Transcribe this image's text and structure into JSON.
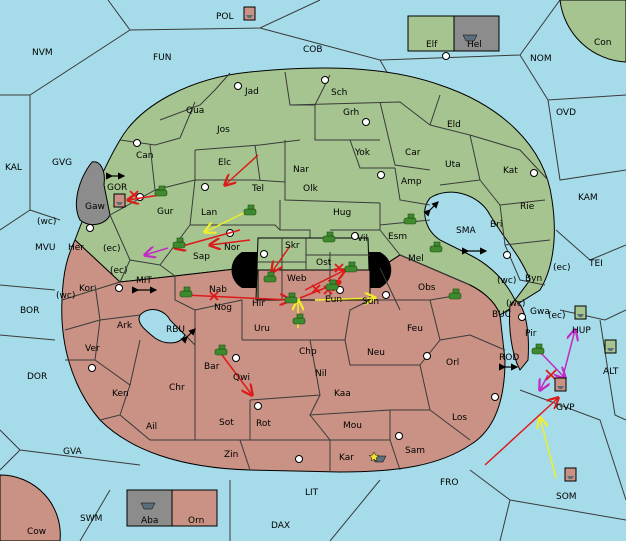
{
  "colors": {
    "sea": "#a6dcea",
    "green": "#a5c48f",
    "red": "#c99284",
    "gray": "#8c8c8c",
    "move_red": "#dd1a1a",
    "move_yellow": "#f0ee2a",
    "move_magenta": "#c32bc3",
    "army": "#3f8a2e"
  },
  "sea_labels": [
    {
      "id": "POL",
      "text": "POL"
    },
    {
      "id": "NVM",
      "text": "NVM"
    },
    {
      "id": "FUN",
      "text": "FUN"
    },
    {
      "id": "COB",
      "text": "COB"
    },
    {
      "id": "NOM",
      "text": "NOM"
    },
    {
      "id": "Con",
      "text": "Con"
    },
    {
      "id": "OVD",
      "text": "OVD"
    },
    {
      "id": "KAL",
      "text": "KAL"
    },
    {
      "id": "GVG",
      "text": "GVG"
    },
    {
      "id": "GOR",
      "text": "GOR"
    },
    {
      "id": "KAM",
      "text": "KAM"
    },
    {
      "id": "SMA",
      "text": "SMA"
    },
    {
      "id": "TEI",
      "text": "TEI"
    },
    {
      "id": "MVU",
      "text": "MVU"
    },
    {
      "id": "MIT",
      "text": "MIT"
    },
    {
      "id": "BOR",
      "text": "BOR"
    },
    {
      "id": "RBU",
      "text": "RBU"
    },
    {
      "id": "BUC",
      "text": "BUC"
    },
    {
      "id": "ROD",
      "text": "ROD"
    },
    {
      "id": "ALT",
      "text": "ALT"
    },
    {
      "id": "DOR",
      "text": "DOR"
    },
    {
      "id": "GVA",
      "text": "GVA"
    },
    {
      "id": "FRO",
      "text": "FRO"
    },
    {
      "id": "LIT",
      "text": "LIT"
    },
    {
      "id": "SOM",
      "text": "SOM"
    },
    {
      "id": "SWM",
      "text": "SWM"
    },
    {
      "id": "DAX",
      "text": "DAX"
    }
  ],
  "land_labels": [
    {
      "id": "Jad",
      "text": "Jad"
    },
    {
      "id": "Sch",
      "text": "Sch"
    },
    {
      "id": "Qua",
      "text": "Qua"
    },
    {
      "id": "Jos",
      "text": "Jos"
    },
    {
      "id": "Grh",
      "text": "Grh"
    },
    {
      "id": "Eld",
      "text": "Eld"
    },
    {
      "id": "Can",
      "text": "Can"
    },
    {
      "id": "Yok",
      "text": "Yok"
    },
    {
      "id": "Car",
      "text": "Car"
    },
    {
      "id": "Elc",
      "text": "Elc"
    },
    {
      "id": "Nar",
      "text": "Nar"
    },
    {
      "id": "Uta",
      "text": "Uta"
    },
    {
      "id": "Tel",
      "text": "Tel"
    },
    {
      "id": "Olk",
      "text": "Olk"
    },
    {
      "id": "Amp",
      "text": "Amp"
    },
    {
      "id": "Kat",
      "text": "Kat"
    },
    {
      "id": "Gaw",
      "text": "Gaw"
    },
    {
      "id": "Gur",
      "text": "Gur"
    },
    {
      "id": "Lan",
      "text": "Lan"
    },
    {
      "id": "Hug",
      "text": "Hug"
    },
    {
      "id": "Rie",
      "text": "Rie"
    },
    {
      "id": "Esm",
      "text": "Esm"
    },
    {
      "id": "Bri",
      "text": "Bri"
    },
    {
      "id": "Skr",
      "text": "Skr"
    },
    {
      "id": "Vil",
      "text": "Vil"
    },
    {
      "id": "Nor",
      "text": "Nor"
    },
    {
      "id": "Her",
      "text": "Her"
    },
    {
      "id": "Sap",
      "text": "Sap"
    },
    {
      "id": "Web",
      "text": "Web"
    },
    {
      "id": "Ost",
      "text": "Ost"
    },
    {
      "id": "Mel",
      "text": "Mel"
    },
    {
      "id": "Byn",
      "text": "Byn"
    },
    {
      "id": "Kor",
      "text": "Kor"
    },
    {
      "id": "Nab",
      "text": "Nab"
    },
    {
      "id": "Obs",
      "text": "Obs"
    },
    {
      "id": "Hir",
      "text": "Hir"
    },
    {
      "id": "Eun",
      "text": "Eun"
    },
    {
      "id": "Sun",
      "text": "Sun"
    },
    {
      "id": "Gwa",
      "text": "Gwa"
    },
    {
      "id": "Nog",
      "text": "Nog"
    },
    {
      "id": "Ark",
      "text": "Ark"
    },
    {
      "id": "Uru",
      "text": "Uru"
    },
    {
      "id": "Feu",
      "text": "Feu"
    },
    {
      "id": "Pir",
      "text": "Pir"
    },
    {
      "id": "HUP",
      "text": "HUP"
    },
    {
      "id": "Ver",
      "text": "Ver"
    },
    {
      "id": "Chp",
      "text": "Chp"
    },
    {
      "id": "Neu",
      "text": "Neu"
    },
    {
      "id": "Orl",
      "text": "Orl"
    },
    {
      "id": "Bar",
      "text": "Bar"
    },
    {
      "id": "Qwi",
      "text": "Qwi"
    },
    {
      "id": "Nil",
      "text": "Nil"
    },
    {
      "id": "Ken",
      "text": "Ken"
    },
    {
      "id": "Chr",
      "text": "Chr"
    },
    {
      "id": "Kaa",
      "text": "Kaa"
    },
    {
      "id": "GVP",
      "text": "GVP"
    },
    {
      "id": "Ail",
      "text": "Ail"
    },
    {
      "id": "Sot",
      "text": "Sot"
    },
    {
      "id": "Rot",
      "text": "Rot"
    },
    {
      "id": "Mou",
      "text": "Mou"
    },
    {
      "id": "Los",
      "text": "Los"
    },
    {
      "id": "Zin",
      "text": "Zin"
    },
    {
      "id": "Kar",
      "text": "Kar"
    },
    {
      "id": "Sam",
      "text": "Sam"
    },
    {
      "id": "Elf",
      "text": "Elf"
    },
    {
      "id": "Hel",
      "text": "Hel"
    },
    {
      "id": "Aba",
      "text": "Aba"
    },
    {
      "id": "Orn",
      "text": "Orn"
    },
    {
      "id": "Cow",
      "text": "Cow"
    }
  ],
  "coast_labels": [
    {
      "id": "wc1",
      "text": "(wc)"
    },
    {
      "id": "ec1",
      "text": "(ec)"
    },
    {
      "id": "ec2",
      "text": "(ec)"
    },
    {
      "id": "wc2",
      "text": "(wc)"
    },
    {
      "id": "wc3",
      "text": "(wc)"
    },
    {
      "id": "ec3",
      "text": "(ec)"
    },
    {
      "id": "wc4",
      "text": "(wc)"
    },
    {
      "id": "ec4",
      "text": "(ec)"
    }
  ],
  "unit_kinds": [
    "army",
    "fleet"
  ]
}
